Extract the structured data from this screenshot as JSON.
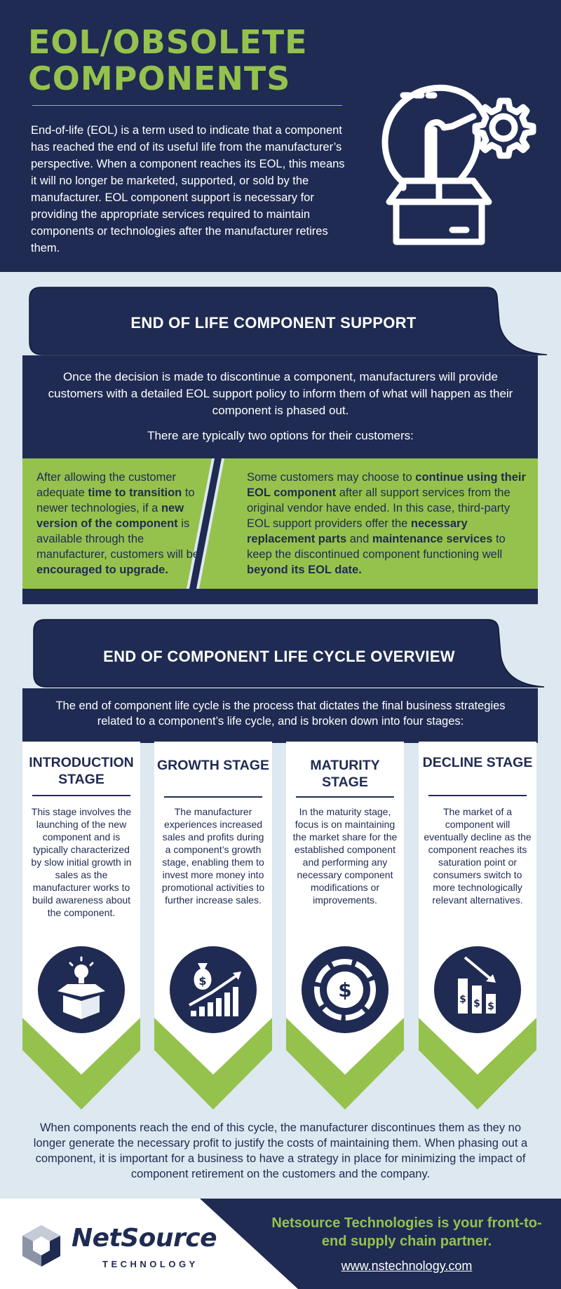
{
  "hero": {
    "title": "EOL/OBSOLETE COMPONENTS",
    "description": "End-of-life (EOL) is a term used to indicate that a component has reached the end of its useful life from the manufacturer’s perspective. When a component reaches its EOL, this means it will no longer be marketed, supported, or sold by the manufacturer. EOL component support is necessary for providing the appropriate services required to maintain components or technologies after the manufacturer retires them.",
    "icon": "lightbulb-box-gear-icon"
  },
  "section1": {
    "heading": "END OF LIFE COMPONENT SUPPORT",
    "intro": "Once the decision is made to discontinue a component, manufacturers will provide customers with a detailed EOL support policy to inform them of what will happen as their component is phased out.",
    "options_intro": "There are typically two options for their customers:",
    "option_left": {
      "t1": "After allowing the customer adequate ",
      "b1": "time to transition",
      "t2": " to newer technologies, if a ",
      "b2": "new version of the component",
      "t3": " is available through the manufacturer, customers will be ",
      "b3": "encouraged to upgrade."
    },
    "option_right": {
      "t1": "Some customers may choose to ",
      "b1": "continue using their EOL component",
      "t2": " after all support services from the original vendor have ended. In this case, third-party EOL support providers offer the ",
      "b2": "necessary replacement parts",
      "t3": " and ",
      "b3": "maintenance services",
      "t4": " to keep the discontinued component functioning well ",
      "b4": "beyond its EOL date."
    }
  },
  "section2": {
    "heading": "END OF COMPONENT LIFE CYCLE OVERVIEW",
    "intro": "The end of component life cycle is the process that dictates the final business strategies related to a component’s life cycle, and is broken down into four stages:",
    "stages": [
      {
        "title": "INTRODUCTION STAGE",
        "text": "This stage involves the launching of the new component and is typically characterized by slow initial growth in sales as the manufacturer works to build awareness about the component.",
        "icon": "lightbulb-box-icon"
      },
      {
        "title": "GROWTH STAGE",
        "text": "The manufacturer experiences increased sales and profits during a component’s growth stage, enabling them to invest more money into promotional activities to further increase sales.",
        "icon": "money-bag-growth-chart-icon"
      },
      {
        "title": "MATURITY STAGE",
        "text": "In the maturity stage, focus is on maintaining the market share for the established component and performing any necessary component modifications or improvements.",
        "icon": "dollar-coin-icon"
      },
      {
        "title": "DECLINE STAGE",
        "text": "The market of a component will eventually decline as the component reaches its saturation point or consumers switch to more technologically relevant alternatives.",
        "icon": "declining-dollar-chart-icon"
      }
    ],
    "closing": "When components reach the end of this cycle, the manufacturer discontinues them as they no longer generate the necessary profit to justify the costs of maintaining them. When phasing out a component, it is important for a business to have a strategy in place for minimizing the impact of component retirement on the customers and the company."
  },
  "footer": {
    "logo_name": "NetSource",
    "logo_sub": "TECHNOLOGY",
    "tagline": "Netsource Technologies is your front-to-end supply chain partner.",
    "website": "www.nstechnology.com"
  },
  "colors": {
    "navy": "#1f2b52",
    "green": "#95c24c",
    "background": "#dde8f0",
    "white": "#ffffff"
  }
}
